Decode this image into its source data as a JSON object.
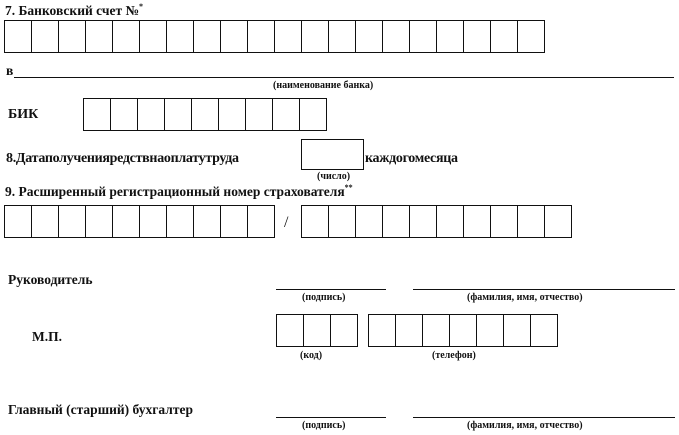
{
  "section7": {
    "label": "7. Банковский счет №",
    "mark": "*",
    "cells": 20
  },
  "bank": {
    "prefix": "в",
    "caption": "(наименование банка)"
  },
  "bik": {
    "label": "БИК",
    "cells": 9
  },
  "section8": {
    "prefix": "8.Датаполученияредствнаоплатутруда",
    "suffix": "каждогомесяца",
    "caption": "(число)"
  },
  "section9": {
    "label": "9. Расширенный регистрационный номер страхователя",
    "mark": "**",
    "separator": "/",
    "left_cells": 10,
    "right_cells": 10
  },
  "head": {
    "label": "Руководитель",
    "sign_caption": "(подпись)",
    "name_caption": "(фамилия, имя, отчество)"
  },
  "stamp": {
    "label": "М.П.",
    "code_cells": 3,
    "phone_cells": 7,
    "code_caption": "(код)",
    "phone_caption": "(телефон)"
  },
  "accountant": {
    "label": "Главный (старший) бухгалтер",
    "sign_caption": "(подпись)",
    "name_caption": "(фамилия, имя, отчество)"
  }
}
